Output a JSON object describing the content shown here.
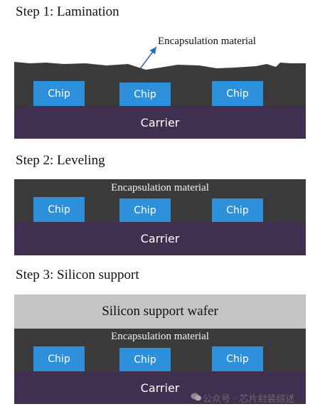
{
  "steps": [
    {
      "title": "Step 1: Lamination",
      "encapsulation_label": "Encapsulation material",
      "chips": [
        "Chip",
        "Chip",
        "Chip"
      ],
      "carrier_label": "Carrier"
    },
    {
      "title": "Step 2: Leveling",
      "encapsulation_label": "Encapsulation material",
      "chips": [
        "Chip",
        "Chip",
        "Chip"
      ],
      "carrier_label": "Carrier"
    },
    {
      "title": "Step 3: Silicon support",
      "silicon_label": "Silicon support wafer",
      "encapsulation_label": "Encapsulation material",
      "chips": [
        "Chip",
        "Chip",
        "Chip"
      ],
      "carrier_label": "Carrier"
    }
  ],
  "watermark": "公众号 · 芯片封装综述",
  "colors": {
    "encapsulation": "#3b3b3b",
    "carrier": "#412f4f",
    "chip": "#2e8fdb",
    "silicon": "#c4c4c4",
    "arrow": "#2d6fb7"
  }
}
